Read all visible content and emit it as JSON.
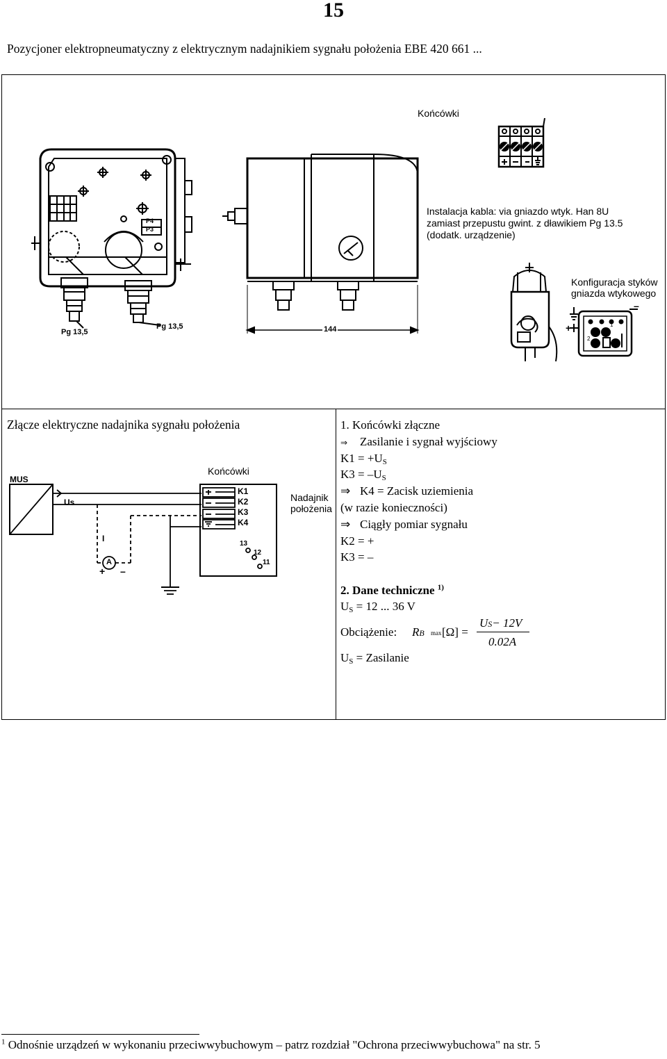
{
  "page_number": "15",
  "title": "Pozycjoner elektropneumatyczny z elektrycznym nadajnikiem sygnału położenia EBE 420 661 ...",
  "figure_labels": {
    "koncowki_top": "Końcówki",
    "cable_note_1": "Instalacja kabla: via gniazdo wtyk. Han 8U",
    "cable_note_2": "zamiast przepustu gwint. z dławikiem Pg 13.5",
    "cable_note_3": "(dodatk. urządzenie)",
    "config_1": "Konfiguracja styków",
    "config_2": "gniazda wtykowego",
    "pg_left": "Pg 13,5",
    "pg_right": "Pg 13,5",
    "dim_144": "144",
    "p4": "P4",
    "p3": "P3",
    "plus": "+",
    "minus": "–",
    "one": "1",
    "two": "2"
  },
  "wiring": {
    "section_title": "Złącze elektryczne nadajnika sygnału położenia",
    "koncowki": "Końcówki",
    "mus": "MUS",
    "us": "Us",
    "k1": "K1",
    "k2": "K2",
    "k3": "K3",
    "k4": "K4",
    "nadajnik_1": "Nadajnik",
    "nadajnik_2": "położenia",
    "i_label": "I",
    "a_label": "A",
    "plus": "+",
    "minus": "–",
    "t13": "13",
    "t12": "12",
    "t11": "11"
  },
  "connections": {
    "heading": "1.  Końcówki złączne",
    "arrow_small": "⇒",
    "arrow": "⇒",
    "item1": "Zasilanie i sygnał wyjściowy",
    "k1_lhs": "K1 = +U",
    "k3_lhs": "K3 = –U",
    "sub_s": "S",
    "k4": "K4 = Zacisk uziemienia",
    "k4b": "(w razie konieczności)",
    "item2": "Ciągły pomiar sygnału",
    "k2": "K2 = +",
    "k3b": "K3 = –"
  },
  "tech": {
    "heading": "2.  Dane techniczne",
    "heading_sup": "1)",
    "us_prefix": "U",
    "us_value": "= 12 ... 36 V",
    "load_label": "Obciążenie:",
    "formula_lhs": "R",
    "formula_lhs_sub": "B",
    "formula_max": "max",
    "formula_unit": "[Ω] =",
    "formula_num": "U",
    "formula_num_sub": "S",
    "formula_num_rest": "− 12V",
    "formula_den": "0.02A",
    "us_def": "= Zasilanie"
  },
  "footnote": {
    "mark": "1",
    "text": "Odnośnie urządzeń w wykonaniu przeciwwybuchowym – patrz rozdział \"Ochrona przeciwwybuchowa\" na str. 5"
  }
}
